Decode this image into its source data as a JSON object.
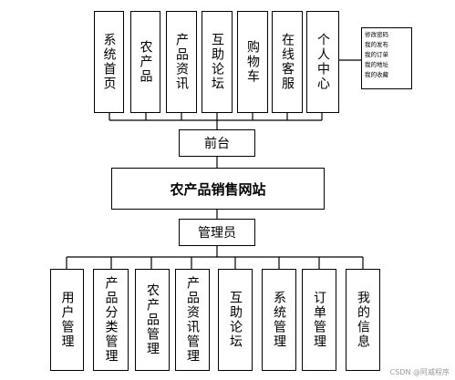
{
  "diagram": {
    "front_modules": [
      "系统首页",
      "农产品",
      "产品资讯",
      "互助论坛",
      "购物车",
      "在线客服",
      "个人中心"
    ],
    "personal_center_details": [
      "修改密码",
      "我的发布",
      "我的订单",
      "我的地址",
      "我的收藏"
    ],
    "front_label": "前台",
    "site_title": "农产品销售网站",
    "admin_label": "管理员",
    "admin_modules": [
      "用户管理",
      "产品分类管理",
      "农产品管理",
      "产品资讯管理",
      "互助论坛",
      "系统管理",
      "订单管理",
      "我的信息"
    ]
  },
  "watermark": "CSDN @阿威程序"
}
